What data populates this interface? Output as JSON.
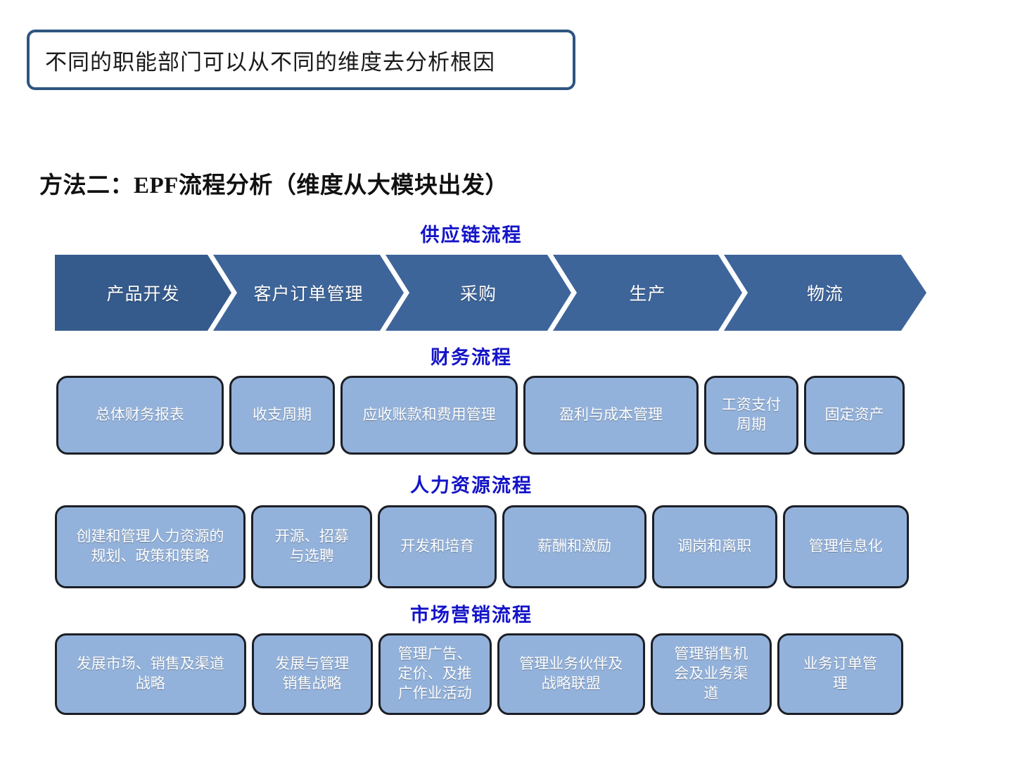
{
  "callout": {
    "text": "不同的职能部门可以从不同的维度去分析根因"
  },
  "subtitle": "方法二：EPF流程分析（维度从大模块出发）",
  "colors": {
    "callout_border": "#2e5580",
    "section_heading": "#1414c8",
    "chevron_fill": "#3d659a",
    "chevron_first_fill": "#355a8c",
    "box_fill": "#93b2db",
    "box_border": "#1c1f26"
  },
  "sections": {
    "supply_chain": {
      "heading": "供应链流程",
      "steps": [
        {
          "label": "产品开发",
          "flex": 232
        },
        {
          "label": "客户订单管理",
          "flex": 250
        },
        {
          "label": "采购",
          "flex": 244
        },
        {
          "label": "生产",
          "flex": 248
        },
        {
          "label": "物流",
          "flex": 266
        }
      ]
    },
    "finance": {
      "heading": "财务流程",
      "items": [
        {
          "label": "总体财务报表",
          "flex": 246
        },
        {
          "label": "收支周期",
          "flex": 148
        },
        {
          "label": "应收账款和费用管理",
          "flex": 262
        },
        {
          "label": "盈利与成本管理",
          "flex": 258
        },
        {
          "label": "工资支付\n周期",
          "flex": 130
        },
        {
          "label": "固定资产",
          "flex": 140
        }
      ]
    },
    "hr": {
      "heading": "人力资源流程",
      "items": [
        {
          "label": "创建和管理人力资源的\n规划、政策和策略",
          "flex": 282
        },
        {
          "label": "开源、招募\n与选聘",
          "flex": 172
        },
        {
          "label": "开发和培育",
          "flex": 168
        },
        {
          "label": "薪酬和激励",
          "flex": 208
        },
        {
          "label": "调岗和离职",
          "flex": 178
        },
        {
          "label": "管理信息化",
          "flex": 180
        }
      ]
    },
    "marketing": {
      "heading": "市场营销流程",
      "items": [
        {
          "label": "发展市场、销售及渠道\n战略",
          "flex": 280
        },
        {
          "label": "发展与管理\n销售战略",
          "flex": 170
        },
        {
          "label": "管理广告、\n定价、及推\n广作业活动",
          "flex": 158
        },
        {
          "label": "管理业务伙伴及\n战略联盟",
          "flex": 212
        },
        {
          "label": "管理销售机\n会及业务渠\n道",
          "flex": 170
        },
        {
          "label": "业务订单管\n理",
          "flex": 178
        }
      ]
    }
  }
}
